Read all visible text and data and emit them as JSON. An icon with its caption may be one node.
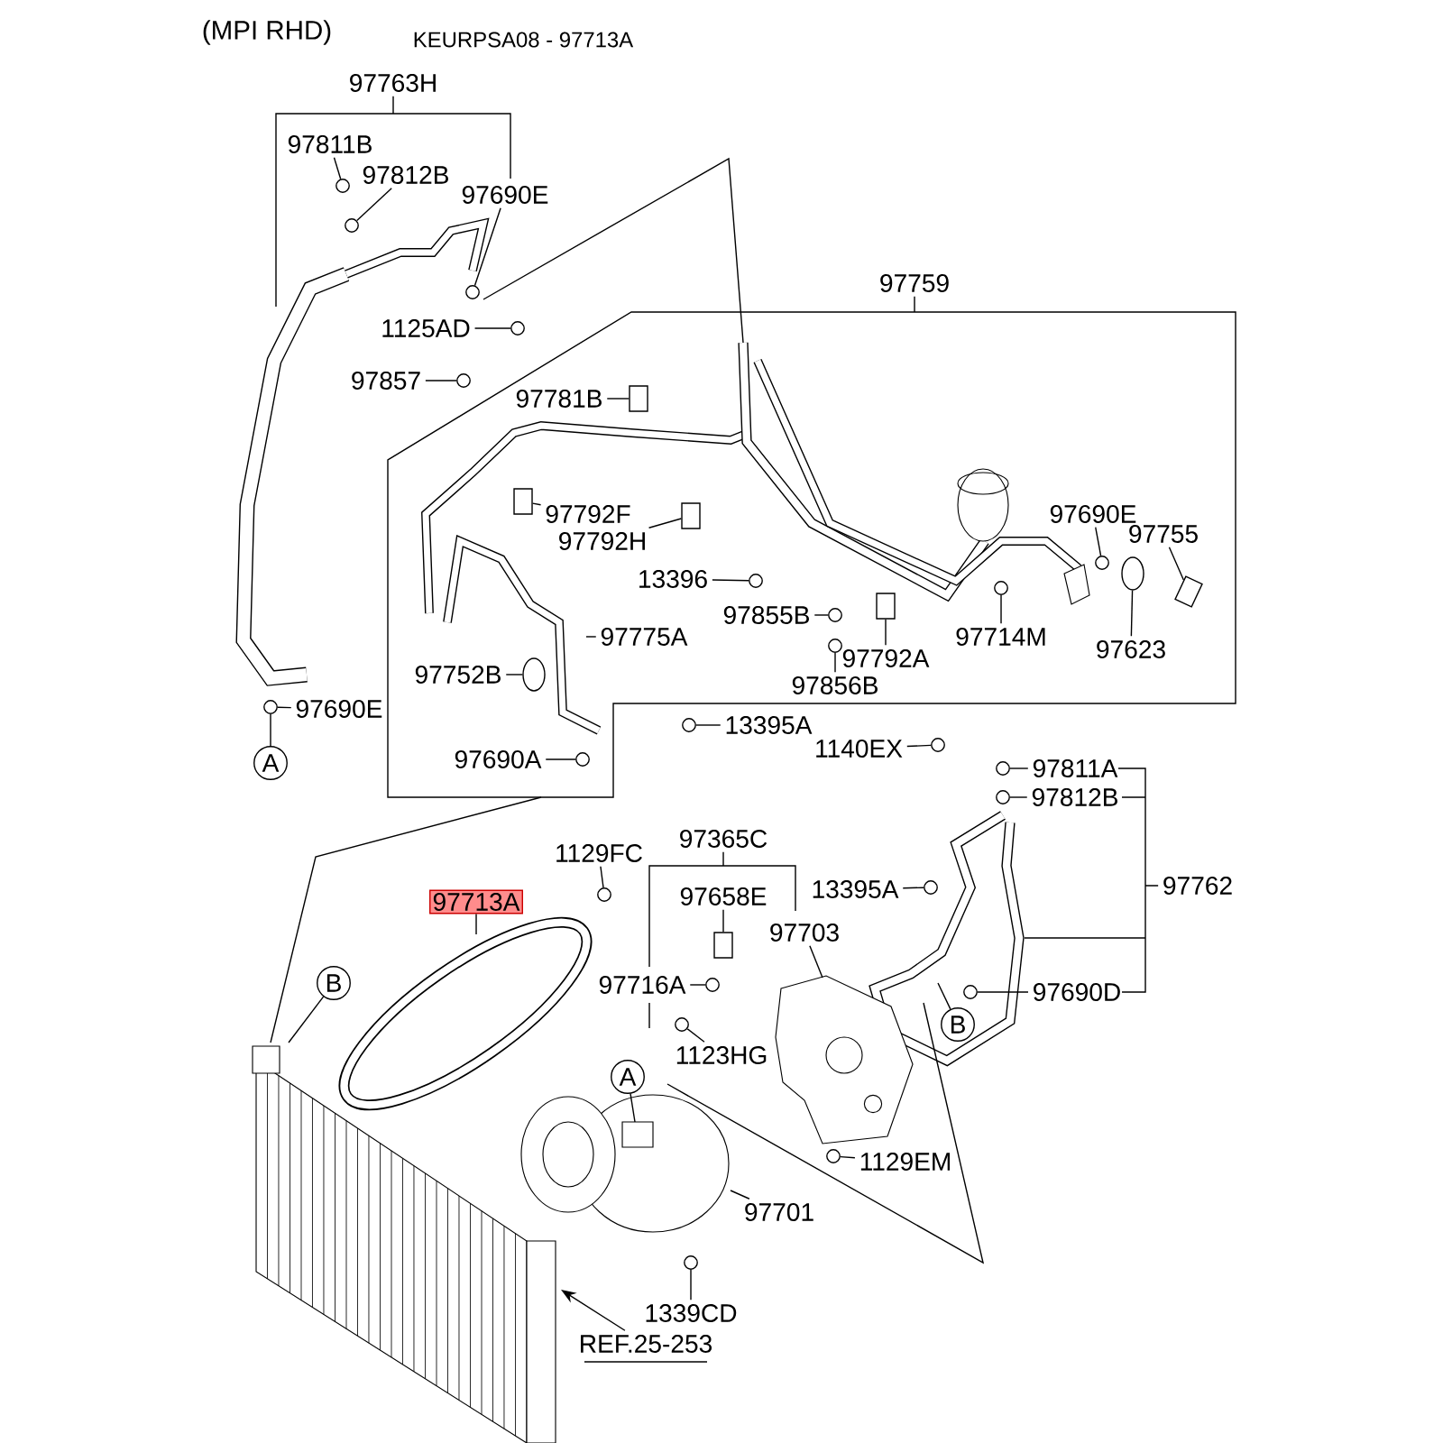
{
  "diagram": {
    "nodes": [
      {
        "text": [
          "97763H"
        ]
      },
      {
        "text": [
          "97811B"
        ]
      },
      {
        "text": [
          "97812B"
        ]
      },
      {
        "text": [
          "97690E"
        ]
      },
      {
        "text": [
          "1125AD"
        ]
      },
      {
        "text": [
          "97857"
        ]
      },
      {
        "text": [
          "97781B"
        ]
      },
      {
        "text": [
          "97792F"
        ]
      },
      {
        "text": [
          "97792H"
        ]
      },
      {
        "text": [
          "13396"
        ]
      },
      {
        "text": [
          "97855B"
        ]
      },
      {
        "text": [
          "97792A"
        ]
      },
      {
        "text": [
          "97856B"
        ]
      },
      {
        "text": [
          "97714M"
        ]
      },
      {
        "text": [
          "97690E"
        ]
      },
      {
        "text": [
          "97755"
        ]
      },
      {
        "text": [
          "97623"
        ]
      },
      {
        "text": [
          "1140EX"
        ]
      },
      {
        "text": [
          "97759"
        ]
      },
      {
        "text": [
          "97775A"
        ]
      },
      {
        "text": [
          "97752B"
        ]
      },
      {
        "text": [
          "97690A"
        ]
      },
      {
        "text": [
          "13395A"
        ]
      },
      {
        "text": [
          "97690E"
        ]
      },
      {
        "text": [
          "A"
        ]
      },
      {
        "text": [
          "97811A"
        ]
      },
      {
        "text": [
          "97812B"
        ]
      },
      {
        "text": [
          "97762"
        ]
      },
      {
        "text": [
          "13395A"
        ]
      },
      {
        "text": [
          "97690D"
        ]
      },
      {
        "text": [
          "B"
        ]
      },
      {
        "text": [
          "1129FC"
        ]
      },
      {
        "text": [
          "97365C"
        ]
      },
      {
        "text": [
          "97658E"
        ]
      },
      {
        "text": [
          "97703"
        ]
      },
      {
        "text": [
          "97713A"
        ]
      },
      {
        "text": [
          "97716A"
        ]
      },
      {
        "text": [
          "B"
        ]
      },
      {
        "text": [
          "1123HG"
        ]
      },
      {
        "text": [
          "A"
        ]
      },
      {
        "text": [
          "97701"
        ]
      },
      {
        "text": [
          "1339CD"
        ]
      },
      {
        "text": [
          "1129EM"
        ]
      },
      {
        "text": [
          "REF.25-253"
        ]
      },
      {
        "text": [],
        "shape": "circle"
      },
      {
        "text": [],
        "shape": "circle"
      },
      {
        "text": [],
        "shape": "circle"
      },
      {
        "text": [],
        "shape": "circle"
      },
      {
        "text": [],
        "shape": "circle"
      },
      {
        "text": [],
        "shape": "box"
      },
      {
        "text": [],
        "shape": "box"
      },
      {
        "text": [],
        "shape": "box"
      },
      {
        "text": [],
        "shape": "circle"
      },
      {
        "text": [],
        "shape": "circle"
      },
      {
        "text": [],
        "shape": "box"
      },
      {
        "text": [],
        "shape": "circle"
      },
      {
        "text": [],
        "shape": "circle"
      },
      {
        "text": [],
        "shape": "circle"
      },
      {
        "text": [],
        "shape": "box"
      },
      {
        "text": [],
        "shape": "cylinder"
      },
      {
        "text": [],
        "shape": "circle"
      },
      {
        "text": [],
        "shape": "cylinder"
      },
      {
        "text": [],
        "shape": "circle"
      },
      {
        "text": [],
        "shape": "circle"
      },
      {
        "text": [],
        "shape": "circle"
      },
      {
        "text": [],
        "shape": "circle"
      },
      {
        "text": [],
        "shape": "circle"
      },
      {
        "text": [],
        "shape": "circle"
      },
      {
        "text": [],
        "shape": "circle"
      },
      {
        "text": [],
        "shape": "circle"
      },
      {
        "text": [],
        "shape": "box"
      },
      {
        "text": [],
        "shape": "picture"
      },
      {
        "text": [],
        "shape": "picture"
      },
      {
        "text": [],
        "shape": "circle"
      },
      {
        "text": [],
        "shape": "circle"
      },
      {
        "text": [],
        "shape": "picture"
      },
      {
        "text": [],
        "shape": "circle"
      },
      {
        "text": [],
        "shape": "circle"
      },
      {
        "text": [],
        "shape": "picture"
      }
    ],
    "edges": [
      {
        "from": 1,
        "to": 44,
        "arrow": "none"
      },
      {
        "from": 2,
        "to": 45,
        "arrow": "none"
      },
      {
        "from": 3,
        "to": 46,
        "arrow": "none"
      },
      {
        "from": 4,
        "to": 47,
        "arrow": "none"
      },
      {
        "from": 5,
        "to": 48,
        "arrow": "none"
      },
      {
        "from": 6,
        "to": 49,
        "arrow": "none"
      },
      {
        "from": 7,
        "to": 50,
        "arrow": "none"
      },
      {
        "from": 8,
        "to": 51,
        "arrow": "none"
      },
      {
        "from": 9,
        "to": 52,
        "arrow": "none"
      },
      {
        "from": 10,
        "to": 53,
        "arrow": "none"
      },
      {
        "from": 11,
        "to": 54,
        "arrow": "none"
      },
      {
        "from": 12,
        "to": 55,
        "arrow": "none"
      },
      {
        "from": 13,
        "to": 56,
        "arrow": "none"
      },
      {
        "from": 14,
        "to": 57,
        "arrow": "none"
      },
      {
        "from": 15,
        "to": 58,
        "arrow": "none"
      },
      {
        "from": 16,
        "to": 59,
        "arrow": "none"
      },
      {
        "from": 17,
        "to": 60,
        "arrow": "none"
      },
      {
        "from": 19,
        "to": null,
        "arrow": "none"
      },
      {
        "from": 20,
        "to": 61,
        "arrow": "none"
      },
      {
        "from": 21,
        "to": 62,
        "arrow": "none"
      },
      {
        "from": 22,
        "to": 63,
        "arrow": "none"
      },
      {
        "from": 23,
        "to": 64,
        "arrow": "none"
      },
      {
        "from": 24,
        "to": 64,
        "arrow": "none"
      },
      {
        "from": 25,
        "to": 65,
        "arrow": "none"
      },
      {
        "from": 26,
        "to": 66,
        "arrow": "none"
      },
      {
        "from": 28,
        "to": 67,
        "arrow": "none"
      },
      {
        "from": 29,
        "to": 68,
        "arrow": "none"
      },
      {
        "from": 30,
        "to": null,
        "arrow": "none"
      },
      {
        "from": 31,
        "to": 69,
        "arrow": "none"
      },
      {
        "from": 33,
        "to": 70,
        "arrow": "none"
      },
      {
        "from": 34,
        "to": 71,
        "arrow": "none"
      },
      {
        "from": 35,
        "to": 72,
        "arrow": "none"
      },
      {
        "from": 36,
        "to": 73,
        "arrow": "none"
      },
      {
        "from": 37,
        "to": 78,
        "arrow": "none"
      },
      {
        "from": 38,
        "to": 74,
        "arrow": "none"
      },
      {
        "from": 39,
        "to": 75,
        "arrow": "none"
      },
      {
        "from": 40,
        "to": 75,
        "arrow": "none"
      },
      {
        "from": 41,
        "to": 76,
        "arrow": "none"
      },
      {
        "from": 42,
        "to": 77,
        "arrow": "none"
      },
      {
        "from": 43,
        "to": 78,
        "arrow": "to"
      }
    ],
    "labels": [
      "(MPI RHD)",
      "KEURPSA08 - 97713A"
    ]
  }
}
